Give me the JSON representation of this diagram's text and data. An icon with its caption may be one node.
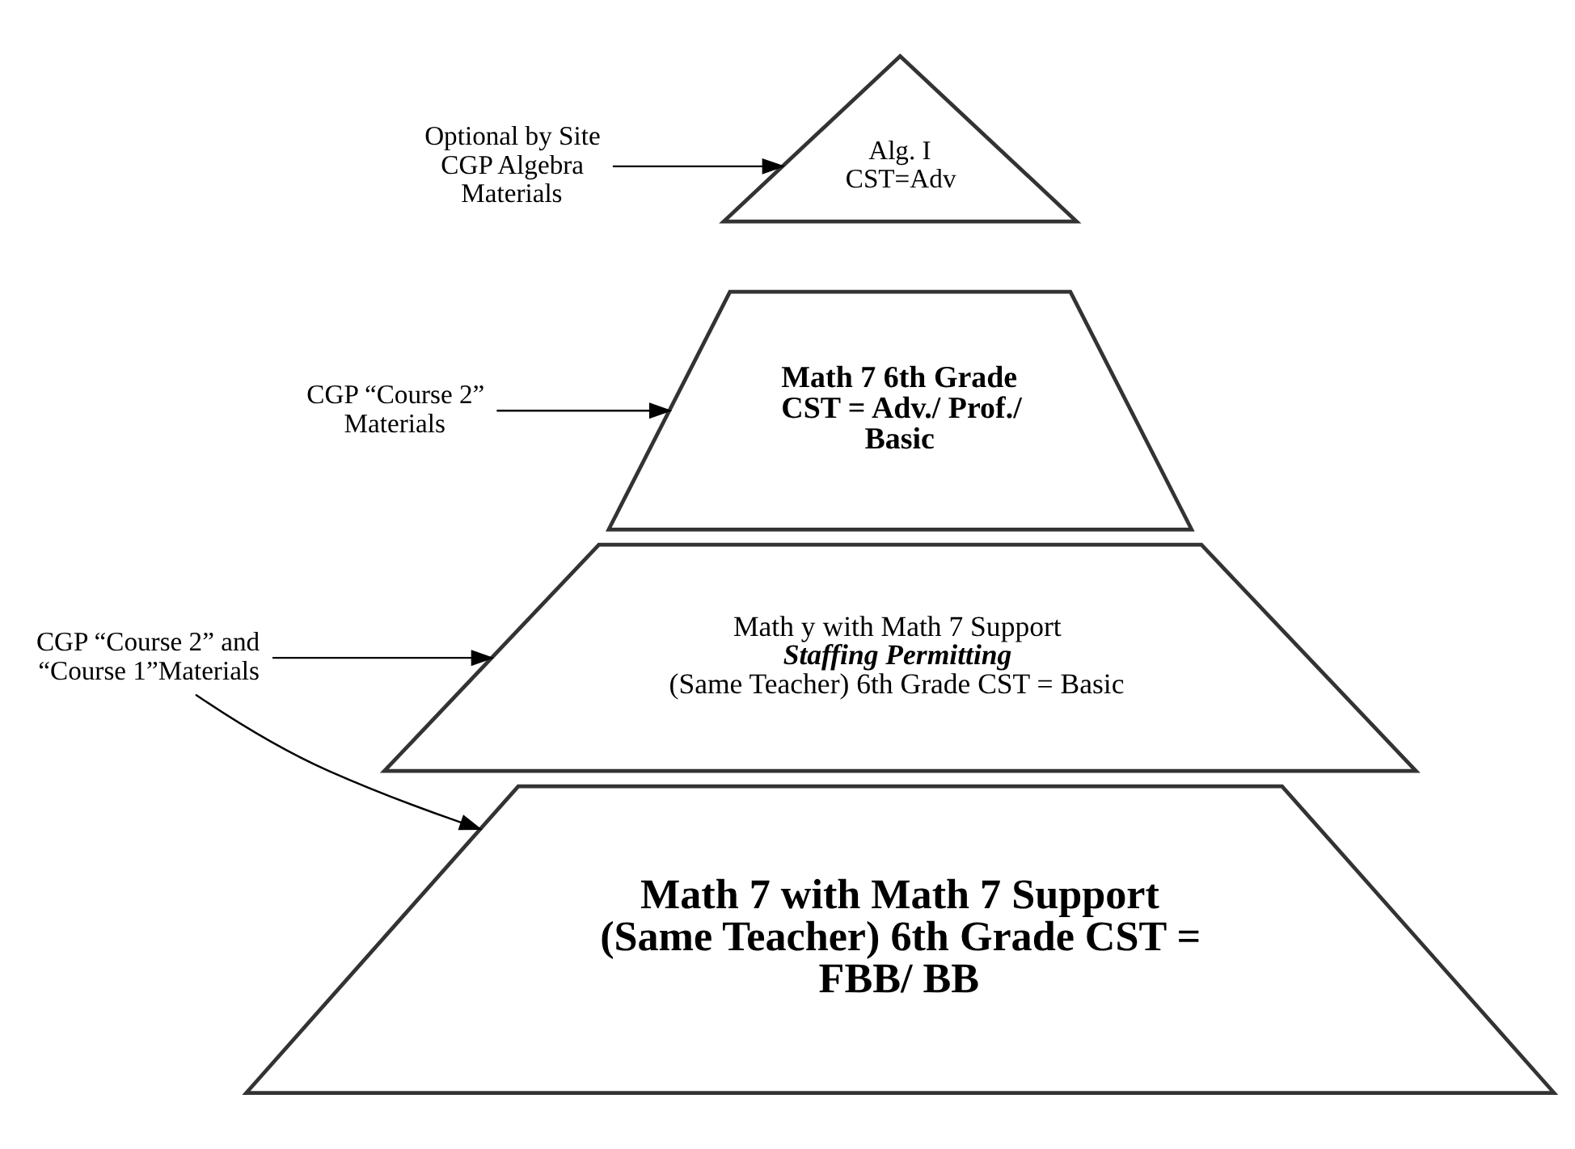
{
  "diagram": {
    "nodes": [
      {
        "text": [
          "Alg. I CST=Adv"
        ]
      },
      {
        "text": [
          "Math 7 6th Grade CST = Adv./ Prof./ Basic"
        ]
      },
      {
        "text": [
          "Math y with Math 7 Support",
          "Staffing Permitting",
          "(Same Teacher) 6th Grade CST = Basic"
        ]
      },
      {
        "text": [
          "Math 7 with Math 7 Support (Same Teacher) 6th Grade CST = FBB/ BB"
        ]
      },
      {
        "text": [
          "Optional by Site CGP Algebra Materials"
        ]
      },
      {
        "text": [
          "CGP “Course 2” Materials"
        ]
      },
      {
        "text": [
          "CGP “Course 2” and “Course 1”Materials"
        ]
      }
    ],
    "edges": [
      {
        "from": 4,
        "to": 0,
        "arrow": "to"
      },
      {
        "from": 5,
        "to": 1,
        "arrow": "to"
      },
      {
        "from": 6,
        "to": 2,
        "arrow": "to"
      },
      {
        "from": 6,
        "to": 3,
        "arrow": "to"
      }
    ]
  }
}
